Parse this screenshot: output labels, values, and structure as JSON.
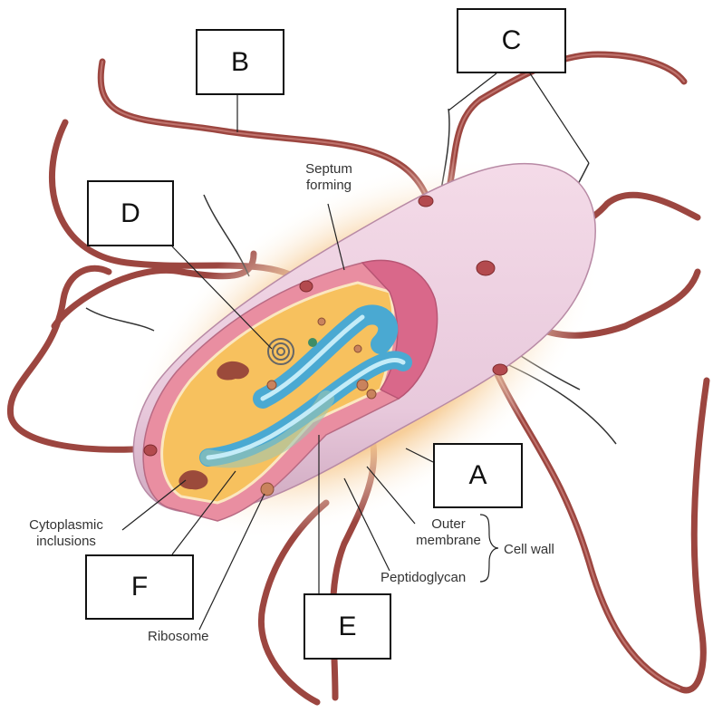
{
  "letters": {
    "a": "A",
    "b": "B",
    "c": "C",
    "d": "D",
    "e": "E",
    "f": "F"
  },
  "labels": {
    "septum_line1": "Septum",
    "septum_line2": "forming",
    "cyto_line1": "Cytoplasmic",
    "cyto_line2": "inclusions",
    "outer_line1": "Outer",
    "outer_line2": "membrane",
    "cell_wall": "Cell wall",
    "peptidoglycan": "Peptidoglycan",
    "ribosome": "Ribosome"
  },
  "colors": {
    "flagellum": "#a14a45",
    "flagellum_highlight": "#c9807a",
    "cell_body": "#eccfe0",
    "cell_shadow": "#d6b3c9",
    "glow": "#f3c48c",
    "inner_wall": "#e58aa0",
    "cytoplasm": "#f8c15c",
    "dna": "#5bb8dc",
    "dna_highlight": "#bfe6f3"
  }
}
